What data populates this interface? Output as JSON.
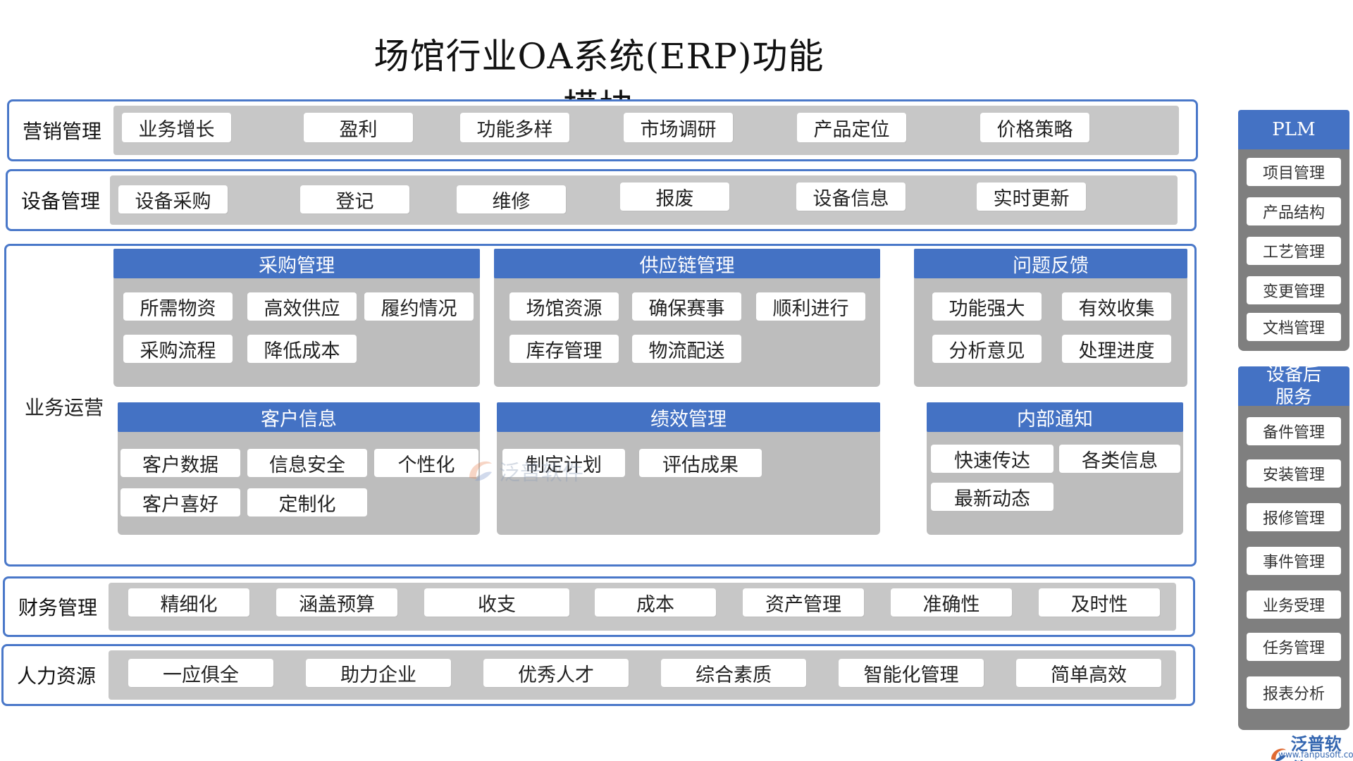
{
  "title": "场馆行业OA系统(ERP)功能模块",
  "rows": {
    "marketing": {
      "label": "营销管理",
      "items": [
        "业务增长",
        "盈利",
        "功能多样",
        "市场调研",
        "产品定位",
        "价格策略"
      ]
    },
    "equipment": {
      "label": "设备管理",
      "items": [
        "设备采购",
        "登记",
        "维修",
        "报废",
        "设备信息",
        "实时更新"
      ]
    },
    "finance": {
      "label": "财务管理",
      "items": [
        "精细化",
        "涵盖预算",
        "收支",
        "成本",
        "资产管理",
        "准确性",
        "及时性"
      ]
    },
    "hr": {
      "label": "人力资源",
      "items": [
        "一应俱全",
        "助力企业",
        "优秀人才",
        "综合素质",
        "智能化管理",
        "简单高效"
      ]
    }
  },
  "operations": {
    "label": "业务运营",
    "groups": [
      {
        "title": "采购管理",
        "items": [
          "所需物资",
          "高效供应",
          "履约情况",
          "采购流程",
          "降低成本"
        ]
      },
      {
        "title": "供应链管理",
        "items": [
          "场馆资源",
          "确保赛事",
          "顺利进行",
          "库存管理",
          "物流配送"
        ]
      },
      {
        "title": "问题反馈",
        "items": [
          "功能强大",
          "有效收集",
          "分析意见",
          "处理进度"
        ]
      },
      {
        "title": "客户信息",
        "items": [
          "客户数据",
          "信息安全",
          "个性化",
          "客户喜好",
          "定制化"
        ]
      },
      {
        "title": "绩效管理",
        "items": [
          "制定计划",
          "评估成果"
        ]
      },
      {
        "title": "内部通知",
        "items": [
          "快速传达",
          "各类信息",
          "最新动态"
        ]
      }
    ]
  },
  "side_panels": [
    {
      "title": "PLM",
      "items": [
        "项目管理",
        "产品结构",
        "工艺管理",
        "变更管理",
        "文档管理"
      ]
    },
    {
      "title": "设备后服务",
      "items": [
        "备件管理",
        "安装管理",
        "报修管理",
        "事件管理",
        "业务受理",
        "任务管理",
        "报表分析"
      ]
    }
  ],
  "watermark": {
    "name": "泛普软件"
  },
  "brand": {
    "name": "泛普软件",
    "url": "www.fanpusoft.com"
  },
  "colors": {
    "accent": "#4472c4",
    "border": "#4a78c9",
    "track": "#c7c7c7",
    "side_panel": "#7f7f7f"
  }
}
